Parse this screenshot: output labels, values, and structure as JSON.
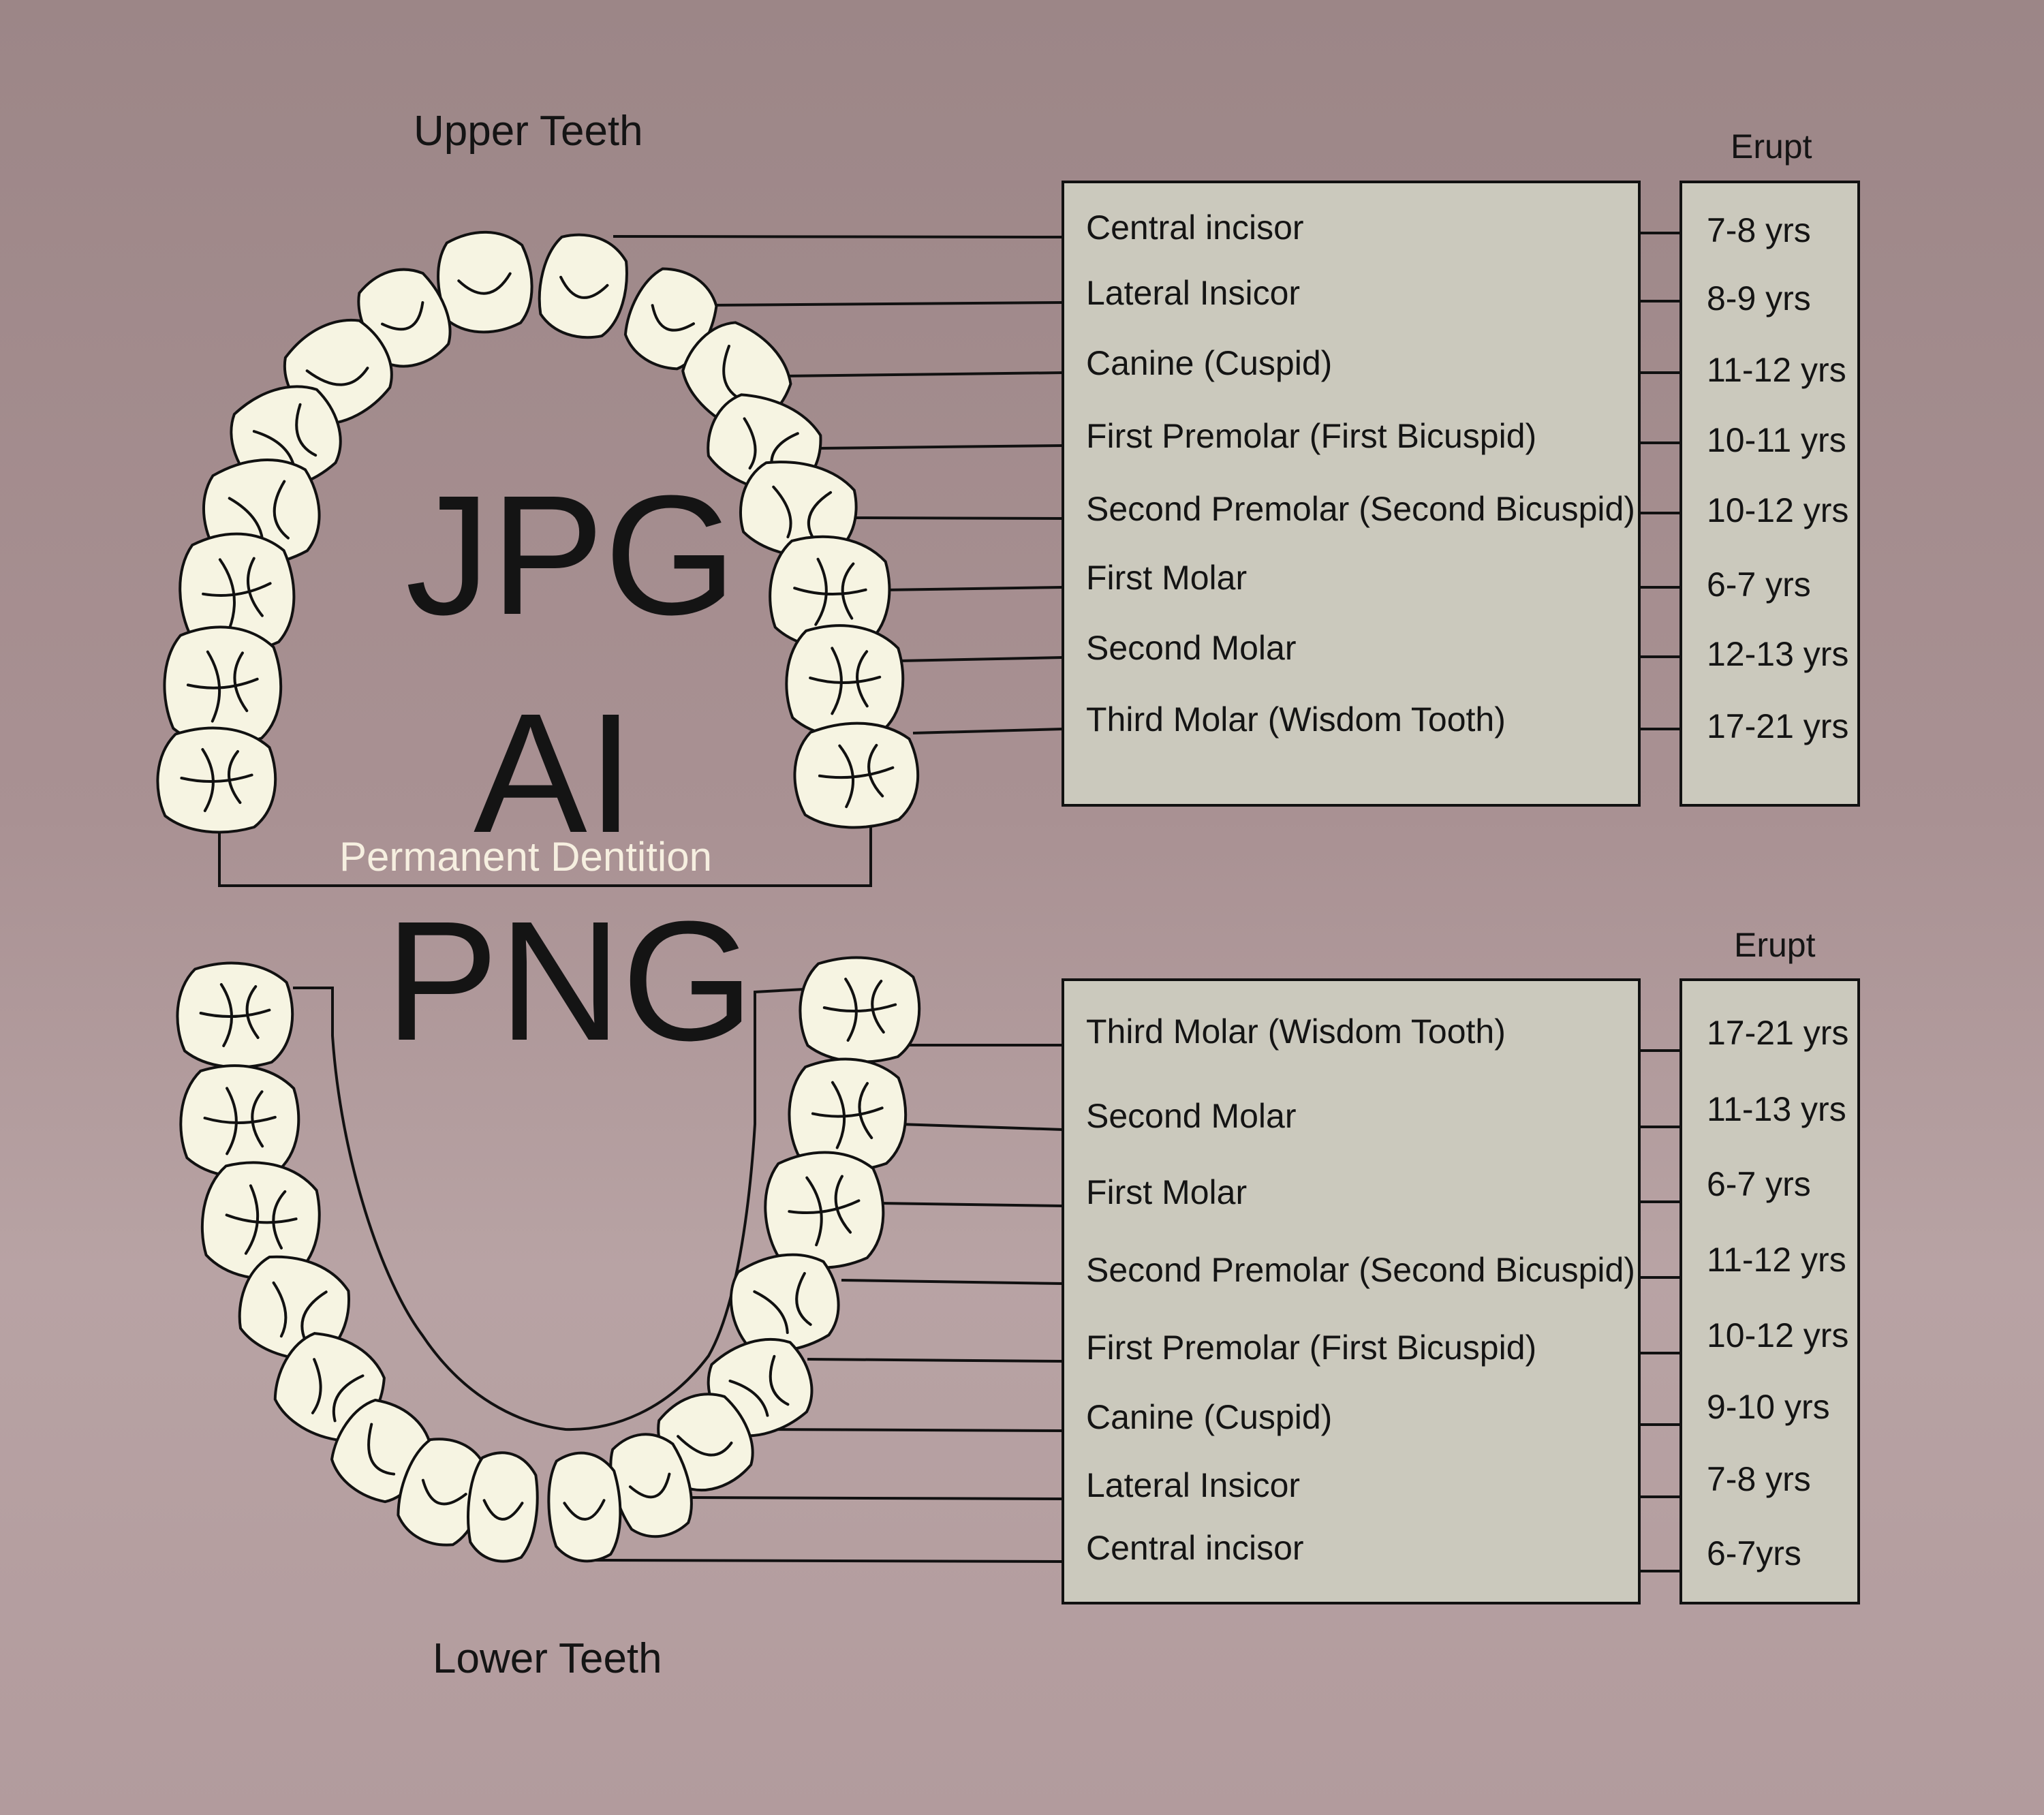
{
  "upper": {
    "title": "Upper Teeth",
    "erupt_label": "Erupt",
    "teeth": [
      {
        "name": "Central incisor",
        "age": "7-8 yrs"
      },
      {
        "name": "Lateral Insicor",
        "age": "8-9 yrs"
      },
      {
        "name": "Canine (Cuspid)",
        "age": "11-12 yrs"
      },
      {
        "name": "First Premolar (First Bicuspid)",
        "age": "10-11 yrs"
      },
      {
        "name": "Second Premolar (Second Bicuspid)",
        "age": "10-12 yrs"
      },
      {
        "name": "First Molar",
        "age": "6-7 yrs"
      },
      {
        "name": "Second Molar",
        "age": "12-13 yrs"
      },
      {
        "name": "Third Molar (Wisdom Tooth)",
        "age": "17-21 yrs"
      }
    ]
  },
  "lower": {
    "title": "Lower Teeth",
    "erupt_label": "Erupt",
    "teeth": [
      {
        "name": "Third Molar (Wisdom Tooth)",
        "age": "17-21 yrs"
      },
      {
        "name": "Second Molar",
        "age": "11-13 yrs"
      },
      {
        "name": "First Molar",
        "age": "6-7 yrs"
      },
      {
        "name": "Second Premolar (Second Bicuspid)",
        "age": "11-12 yrs"
      },
      {
        "name": "First Premolar (First Bicuspid)",
        "age": "10-12 yrs"
      },
      {
        "name": "Canine (Cuspid)",
        "age": "9-10 yrs"
      },
      {
        "name": "Lateral Insicor",
        "age": "7-8 yrs"
      },
      {
        "name": "Central incisor",
        "age": "6-7yrs"
      }
    ]
  },
  "center_label": "Permanent Dentition",
  "watermark": [
    "JPG",
    "AI",
    "PNG"
  ],
  "colors": {
    "background": "#a58f90",
    "tooth_fill": "#f6f4e2",
    "box_fill": "#cbc9bd",
    "line": "#111111"
  }
}
